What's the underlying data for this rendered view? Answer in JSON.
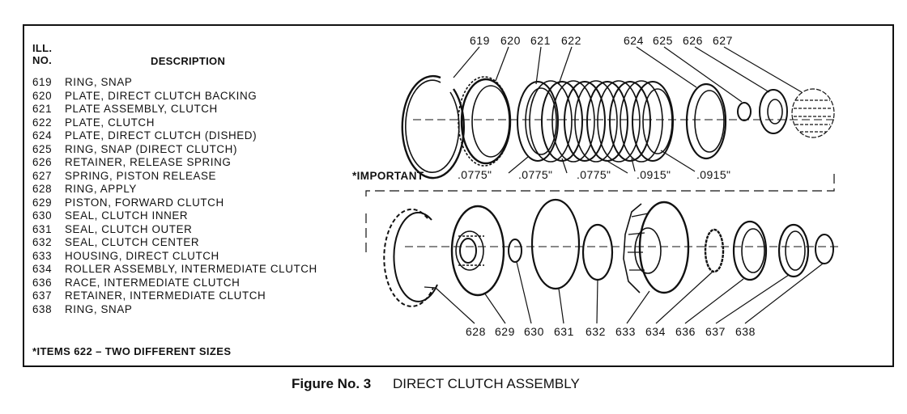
{
  "header": {
    "ill": "ILL.",
    "no": "NO.",
    "description": "DESCRIPTION"
  },
  "legend": [
    {
      "no": "619",
      "desc": "RING, SNAP"
    },
    {
      "no": "620",
      "desc": "PLATE, DIRECT CLUTCH BACKING"
    },
    {
      "no": "621",
      "desc": "PLATE ASSEMBLY, CLUTCH"
    },
    {
      "no": "622",
      "desc": "PLATE, CLUTCH"
    },
    {
      "no": "624",
      "desc": "PLATE, DIRECT CLUTCH (DISHED)"
    },
    {
      "no": "625",
      "desc": "RING, SNAP (DIRECT CLUTCH)"
    },
    {
      "no": "626",
      "desc": "RETAINER, RELEASE SPRING"
    },
    {
      "no": "627",
      "desc": "SPRING, PISTON RELEASE"
    },
    {
      "no": "628",
      "desc": "RING, APPLY"
    },
    {
      "no": "629",
      "desc": "PISTON, FORWARD CLUTCH"
    },
    {
      "no": "630",
      "desc": "SEAL, CLUTCH INNER"
    },
    {
      "no": "631",
      "desc": "SEAL, CLUTCH OUTER"
    },
    {
      "no": "632",
      "desc": "SEAL, CLUTCH CENTER"
    },
    {
      "no": "633",
      "desc": "HOUSING, DIRECT CLUTCH"
    },
    {
      "no": "634",
      "desc": "ROLLER ASSEMBLY, INTERMEDIATE CLUTCH"
    },
    {
      "no": "636",
      "desc": "RACE, INTERMEDIATE CLUTCH"
    },
    {
      "no": "637",
      "desc": "RETAINER, INTERMEDIATE CLUTCH"
    },
    {
      "no": "638",
      "desc": "RING, SNAP"
    }
  ],
  "footnote": "*ITEMS 622 – TWO DIFFERENT SIZES",
  "important": "*IMPORTANT",
  "thicknesses": [
    ".0775\"",
    ".0775\"",
    ".0775\"",
    ".0915\"",
    ".0915\""
  ],
  "top_callouts": [
    "619",
    "620",
    "621",
    "622",
    "624",
    "625",
    "626",
    "627"
  ],
  "bottom_callouts": [
    "628",
    "629",
    "630",
    "631",
    "632",
    "633",
    "634",
    "636",
    "637",
    "638"
  ],
  "caption": {
    "label": "Figure No. 3",
    "title": "DIRECT CLUTCH ASSEMBLY"
  }
}
